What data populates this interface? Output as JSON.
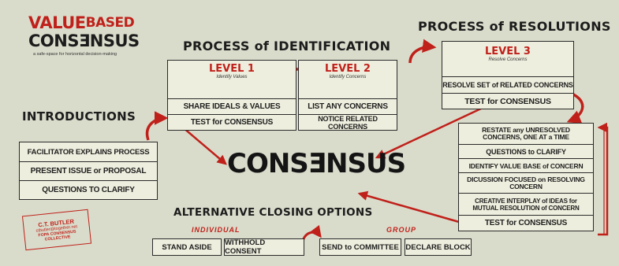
{
  "logo": {
    "line1a": "VALUE",
    "line1b": "BASED",
    "line2": "CONSƎNSUS",
    "tagline": "a safe-space for horizontal decision-making"
  },
  "process_identification": {
    "heading": "PROCESS of IDENTIFICATION",
    "level1": {
      "title": "LEVEL 1",
      "subtitle": "Identify Values",
      "rows": [
        "SHARE IDEALS & VALUES",
        "TEST for CONSENSUS"
      ]
    },
    "level2": {
      "title": "LEVEL 2",
      "subtitle": "Identify Concerns",
      "rows": [
        "LIST ANY CONCERNS",
        "NOTICE RELATED CONCERNS"
      ]
    }
  },
  "process_resolutions": {
    "heading": "PROCESS of RESOLUTIONS",
    "level3": {
      "title": "LEVEL 3",
      "subtitle": "Resolve Concerns",
      "rows": [
        "RESOLVE SET of RELATED CONCERNS",
        "TEST for CONSENSUS"
      ]
    },
    "loop_rows": [
      "RESTATE any UNRESOLVED CONCERNS, ONE AT a TIME",
      "QUESTIONS to CLARIFY",
      "IDENTIFY VALUE BASE of CONCERN",
      "DICUSSION FOCUSED on RESOLVING CONCERN",
      "CREATIVE INTERPLAY of IDEAS for MUTUAL RESOLUTION of CONCERN",
      "TEST for CONSENSUS"
    ]
  },
  "introductions": {
    "heading": "INTRODUCTIONS",
    "rows": [
      "FACILITATOR EXPLAINS PROCESS",
      "PRESENT ISSUE or PROPOSAL",
      "QUESTIONS TO CLARIFY"
    ]
  },
  "center": {
    "label": "CONSƎNSUS"
  },
  "closing": {
    "heading": "ALTERNATIVE CLOSING OPTIONS",
    "individual_label": "INDIVIDUAL",
    "group_label": "GROUP",
    "options": [
      "STAND ASIDE",
      "WITHHOLD CONSENT",
      "SEND to COMMITTEE",
      "DECLARE BLOCK"
    ]
  },
  "stamp": {
    "line1": "C.T. BUTLER",
    "line2": "ctbutler@together.net",
    "line3": "FOPA CONSENSUS COLLECTIVE"
  },
  "colors": {
    "background": "#d9dccb",
    "box_fill": "#eeeede",
    "accent_red": "#c0201a",
    "ink": "#1e1e1e"
  }
}
